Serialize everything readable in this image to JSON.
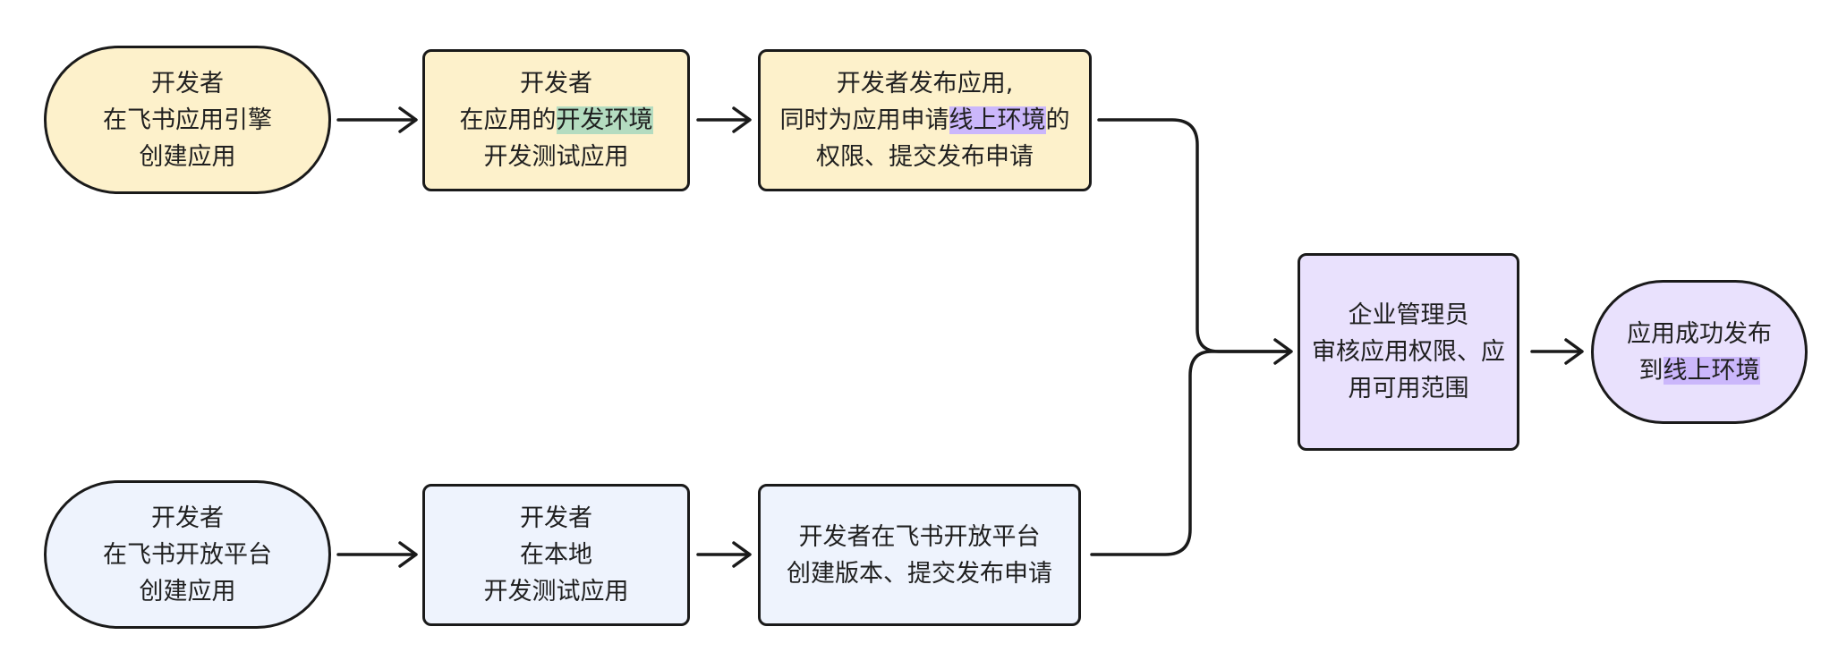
{
  "colors": {
    "stroke": "#1a1a1a",
    "yellow_fill": "#fdf1cb",
    "blue_fill": "#eef3fd",
    "purple_fill": "#e9e1fd",
    "highlight_green": "#b4dcc0",
    "highlight_purple": "#cbb7fb"
  },
  "nodes": {
    "feishu_create": {
      "lines": [
        "开发者",
        "在飞书应用引擎",
        "创建应用"
      ]
    },
    "feishu_dev_test": {
      "line1": "开发者",
      "line2_prefix": "在应用的",
      "line2_highlight": "开发环境",
      "line3": "开发测试应用"
    },
    "feishu_publish": {
      "line1": "开发者发布应用,",
      "line2_prefix": "同时为应用申请",
      "line2_highlight": "线上环境",
      "line2_suffix": "的",
      "line3": "权限、提交发布申请"
    },
    "open_create": {
      "lines": [
        "开发者",
        "在飞书开放平台",
        "创建应用"
      ]
    },
    "local_dev_test": {
      "lines": [
        "开发者",
        "在本地",
        "开发测试应用"
      ]
    },
    "open_publish": {
      "lines": [
        "开发者在飞书开放平台",
        "创建版本、提交发布申请"
      ]
    },
    "admin_review": {
      "lines": [
        "企业管理员",
        "审核应用权限、应",
        "用可用范围"
      ]
    },
    "published": {
      "line1": "应用成功发布",
      "line2_prefix": "到",
      "line2_highlight": "线上环境"
    }
  }
}
